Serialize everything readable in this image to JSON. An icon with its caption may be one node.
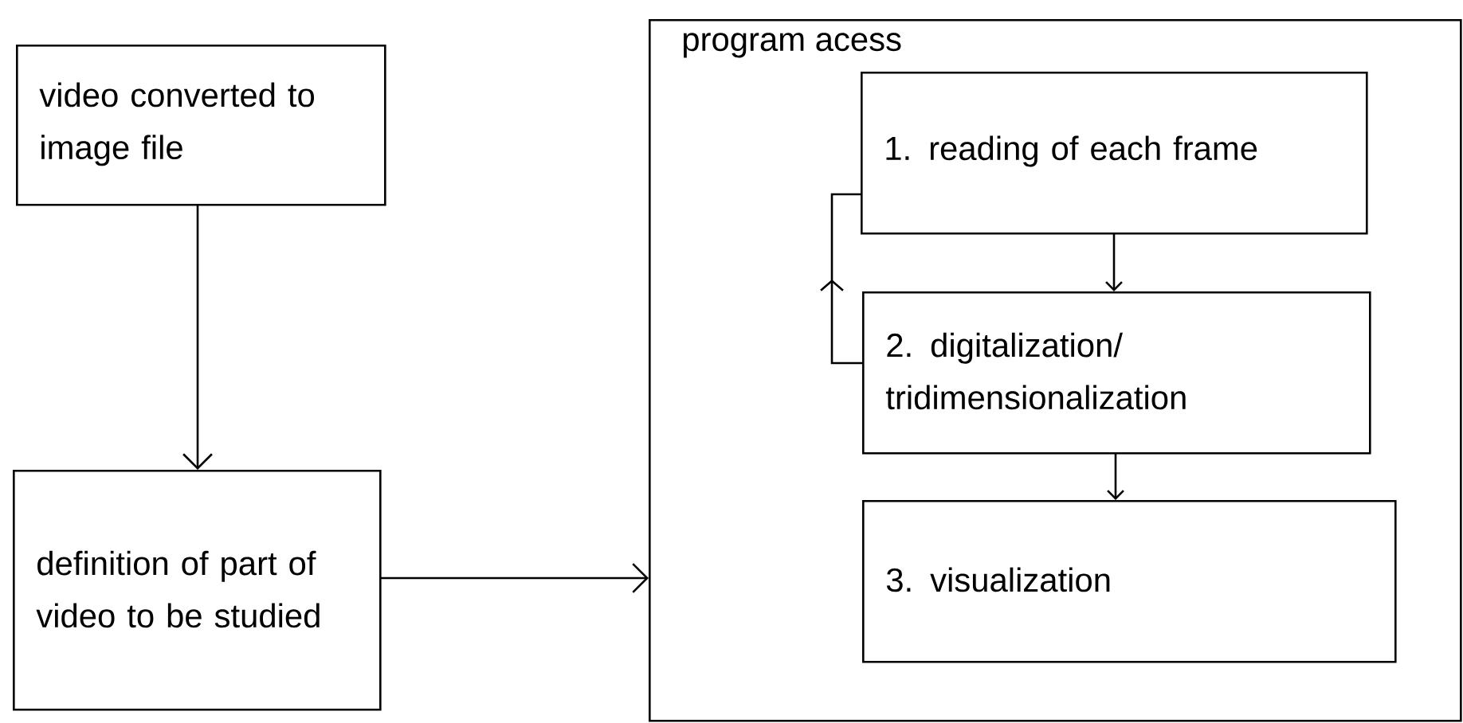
{
  "diagram": {
    "nodes": [
      {
        "text": [
          "video converted to image file"
        ]
      },
      {
        "text": [
          "definition of part of video to be studied"
        ]
      },
      {
        "text": [
          "program acess"
        ]
      },
      {
        "text": [
          "1. reading of each frame"
        ],
        "in": 2
      },
      {
        "text": [
          "2. digitalization/ tridimensionalization"
        ],
        "in": 2
      },
      {
        "text": [
          "3. visualization"
        ],
        "in": 2
      }
    ],
    "edges": [
      {
        "from": 0,
        "to": 1,
        "arrow": "to"
      },
      {
        "from": 1,
        "to": 2,
        "arrow": "to"
      },
      {
        "from": 3,
        "to": 4,
        "arrow": "to"
      },
      {
        "from": 4,
        "to": 5,
        "arrow": "to"
      },
      {
        "from": 4,
        "to": 3,
        "arrow": "to"
      }
    ]
  }
}
